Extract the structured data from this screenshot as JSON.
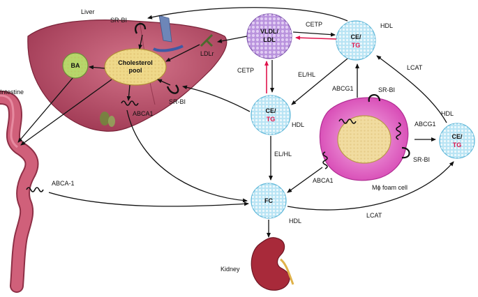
{
  "labels": {
    "liver": "Liver",
    "intestine": "Intestine",
    "kidney": "Kidney",
    "srbi_liver_top": "SR-BI",
    "srbi_liver_mid": "SR-BI",
    "ldlr": "LDLr",
    "abca1_liver": "ABCA1",
    "abca1_intestine": "ABCA-1",
    "ba": "BA",
    "chol_line1": "Cholesterol",
    "chol_line2": "pool",
    "vldl_line1": "VLDL/",
    "vldl_line2": "LDL",
    "cetp_top": "CETP",
    "cetp_left": "CETP",
    "hdl_top_label": "HDL",
    "ce_top": "CE/",
    "tg_top": "TG",
    "ce_mid": "CE/",
    "tg_mid": "TG",
    "hdl_mid_label": "HDL",
    "elhl_top": "EL/HL",
    "elhl_mid": "EL/HL",
    "lcat_top": "LCAT",
    "lcat_bottom": "LCAT",
    "abcg1_left": "ABCG1",
    "abcg1_right": "ABCG1",
    "srbi_mac_top": "SR-BI",
    "srbi_mac_right": "SR-BI",
    "abca1_mac": "ABCA1",
    "mac_label": "Mϕ foam cell",
    "hdl_right_label": "HDL",
    "ce_right": "CE/",
    "tg_right": "TG",
    "fc": "FC",
    "hdl_fc_label": "HDL"
  },
  "colors": {
    "liver": "#b84a63",
    "liver_dark": "#8e2f46",
    "intestine": "#d0607a",
    "particle_blue": "#b9e4f4",
    "particle_blue_edge": "#5fb7d8",
    "vldl_purple": "#b993dd",
    "pool_yellow": "#efd98a",
    "ba_green": "#b6d76b",
    "foam_pink": "#e25cc0",
    "foam_nucleus": "#f1dca0",
    "kidney": "#a82a3a",
    "tg_red": "#e0144c",
    "cetp_red": "#e0144c"
  }
}
